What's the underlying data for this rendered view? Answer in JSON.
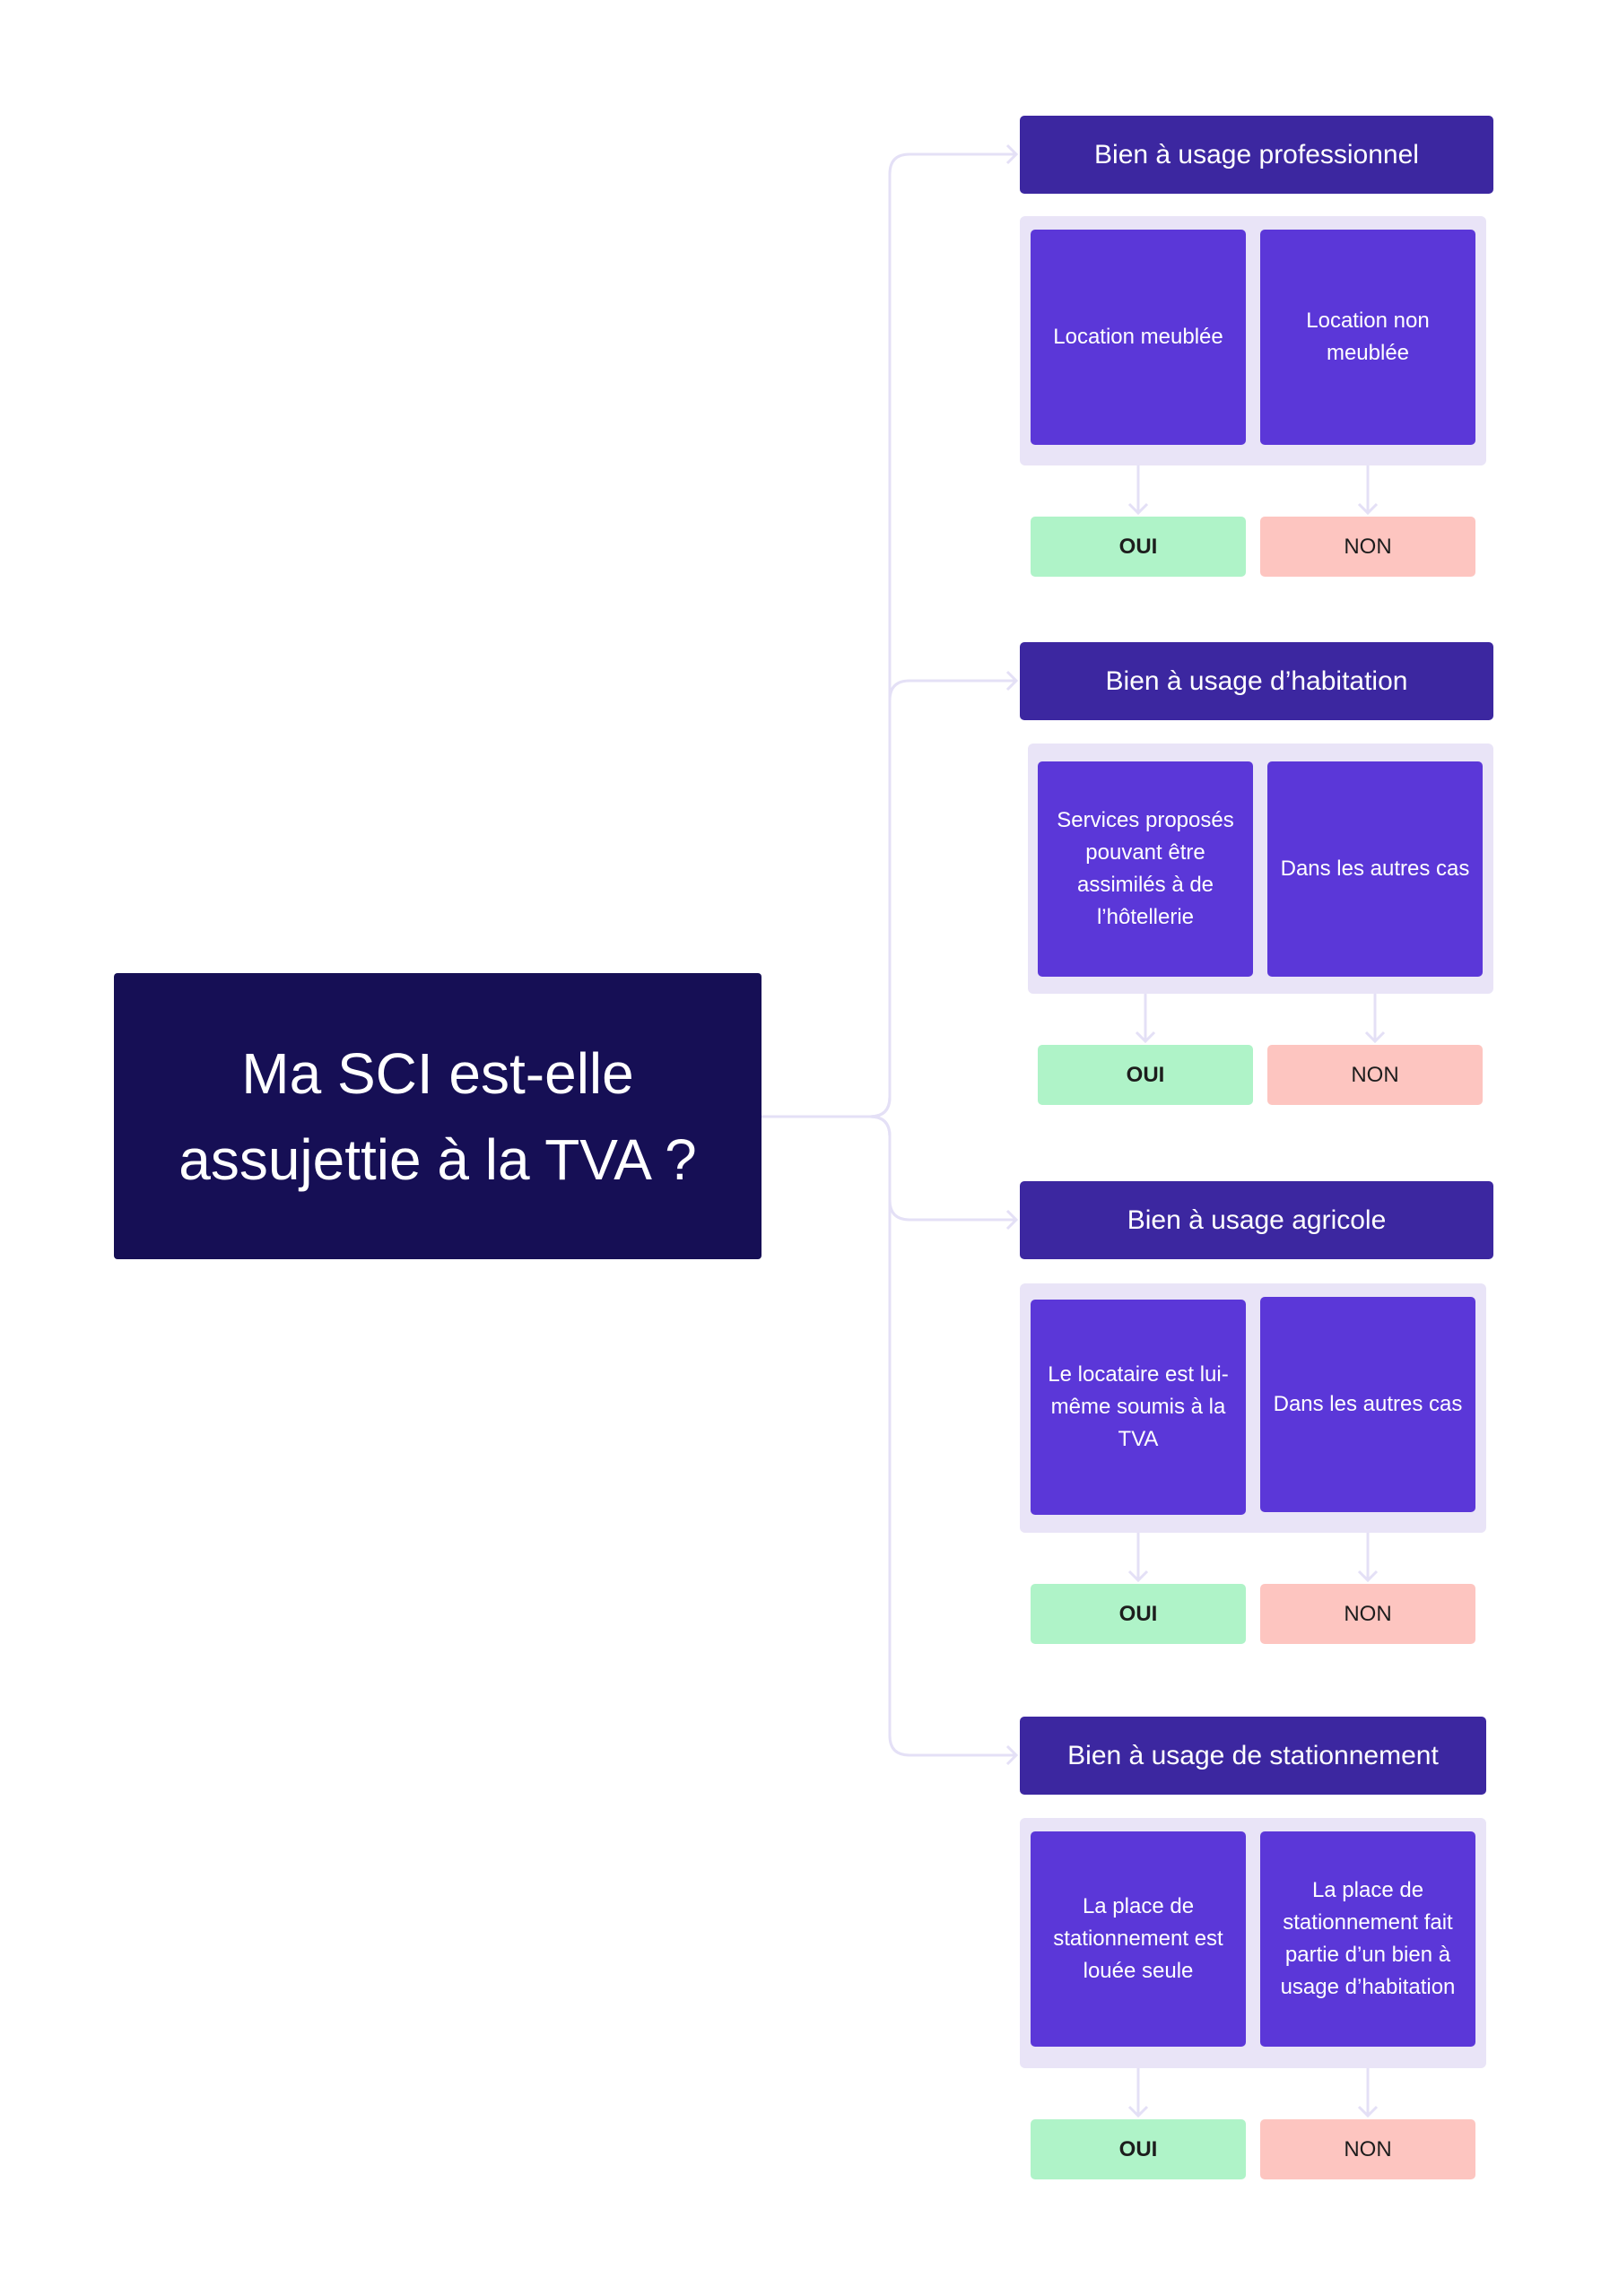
{
  "title": "Ma SCI est-elle assujettie à la TVA ?",
  "colors": {
    "main": "#160f55",
    "header": "#3c27a0",
    "card": "#5b37d8",
    "panel": "#e9e4f7",
    "yes": "#aff3c8",
    "no": "#fdc5c0",
    "connector": "#e4e0f6"
  },
  "sections": [
    {
      "header": "Bien à usage professionnel",
      "cases": [
        "Location meublée",
        "Location non meublée"
      ],
      "answers": [
        "OUI",
        "NON"
      ]
    },
    {
      "header": "Bien à usage d’habitation",
      "cases": [
        "Services proposés pouvant être assimilés à de l’hôtellerie",
        "Dans les autres cas"
      ],
      "answers": [
        "OUI",
        "NON"
      ]
    },
    {
      "header": "Bien à usage agricole",
      "cases": [
        "Le locataire est lui-même soumis à la TVA",
        "Dans les autres cas"
      ],
      "answers": [
        "OUI",
        "NON"
      ]
    },
    {
      "header": "Bien à usage de stationnement",
      "cases": [
        "La place de stationnement est louée seule",
        "La place de stationnement fait partie d’un bien à usage d’habitation"
      ],
      "answers": [
        "OUI",
        "NON"
      ]
    }
  ]
}
